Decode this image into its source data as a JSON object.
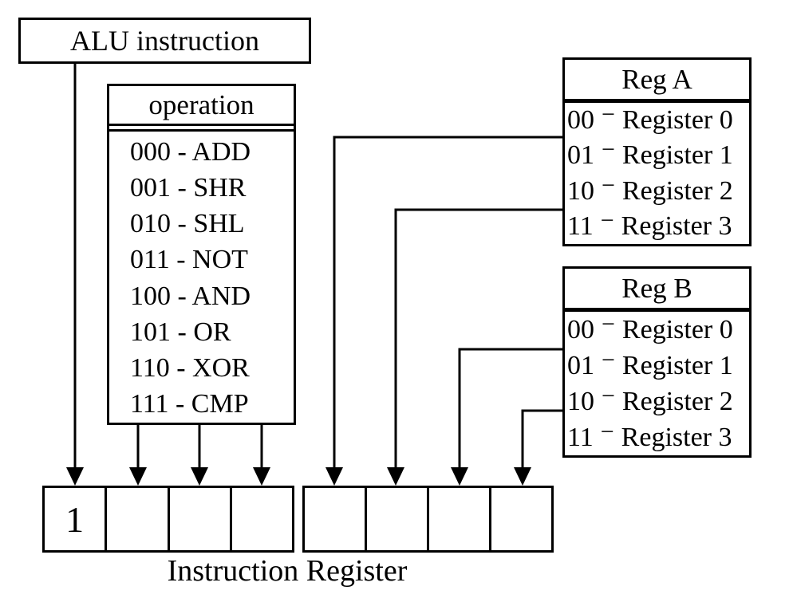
{
  "colors": {
    "line": "#000000",
    "background": "#ffffff"
  },
  "reg_dash": "−",
  "alu_box": {
    "label": "ALU instruction"
  },
  "operation_box": {
    "header": "operation",
    "rows": [
      "000 - ADD",
      "001 - SHR",
      "010 - SHL",
      "011 - NOT",
      "100 - AND",
      "101 - OR",
      "110 - XOR",
      "111 - CMP"
    ]
  },
  "reg_a": {
    "header": "Reg A",
    "rows": [
      {
        "code": "00",
        "name": "Register 0"
      },
      {
        "code": "01",
        "name": "Register 1"
      },
      {
        "code": "10",
        "name": "Register 2"
      },
      {
        "code": "11",
        "name": "Register 3"
      }
    ]
  },
  "reg_b": {
    "header": "Reg B",
    "rows": [
      {
        "code": "00",
        "name": "Register 0"
      },
      {
        "code": "01",
        "name": "Register 1"
      },
      {
        "code": "10",
        "name": "Register 2"
      },
      {
        "code": "11",
        "name": "Register 3"
      }
    ]
  },
  "instruction_register": {
    "label": "Instruction Register",
    "cells": [
      "1",
      "",
      "",
      "",
      "",
      "",
      "",
      ""
    ]
  }
}
